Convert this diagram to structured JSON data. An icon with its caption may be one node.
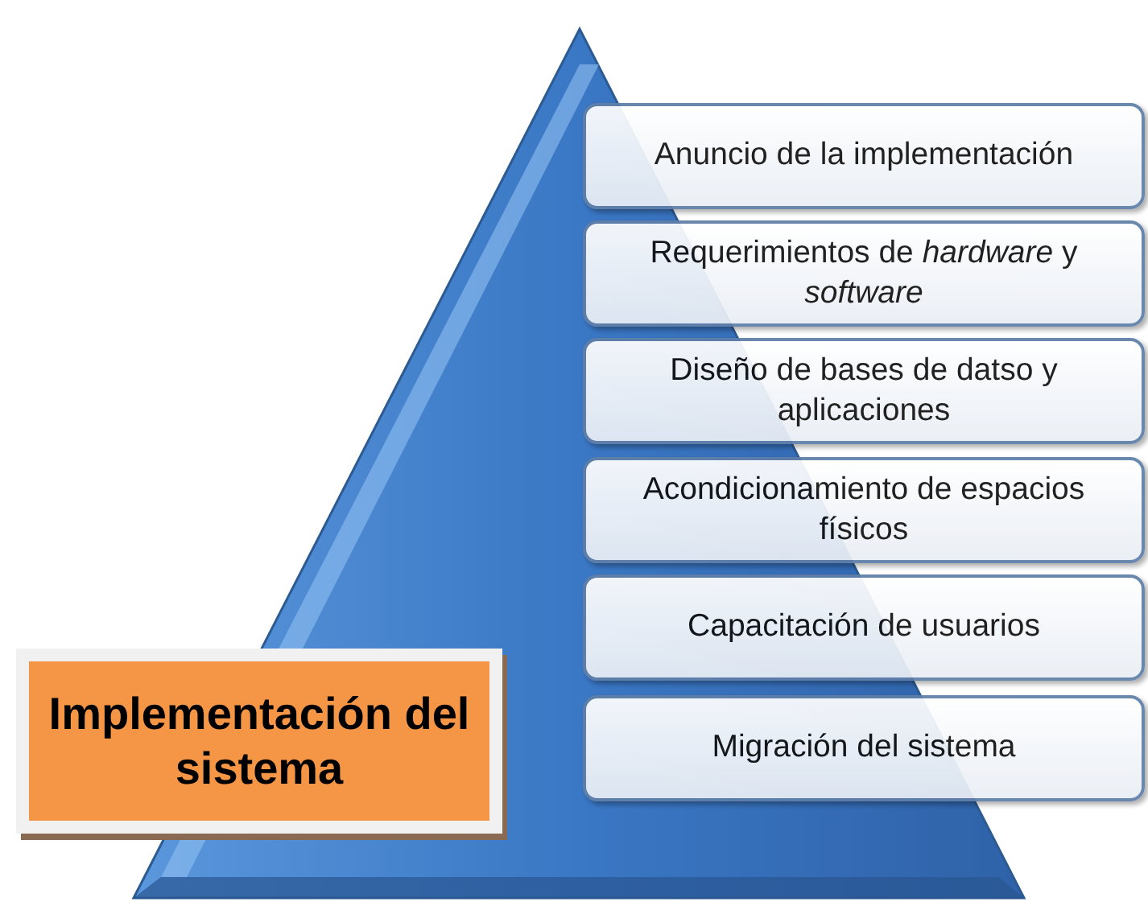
{
  "diagram": {
    "nodes": [
      {
        "text": [
          "Anuncio de la implementación"
        ]
      },
      {
        "text": [
          "Requerimientos de *hardware* y *software*"
        ]
      },
      {
        "text": [
          "Diseño de bases de datso y aplicaciones"
        ]
      },
      {
        "text": [
          "Acondicionamiento de espacios físicos"
        ]
      },
      {
        "text": [
          "Capacitación de usuarios"
        ]
      },
      {
        "text": [
          "Migración del sistema"
        ]
      },
      {
        "text": [
          "Implementación del sistema"
        ]
      }
    ],
    "edges": []
  }
}
